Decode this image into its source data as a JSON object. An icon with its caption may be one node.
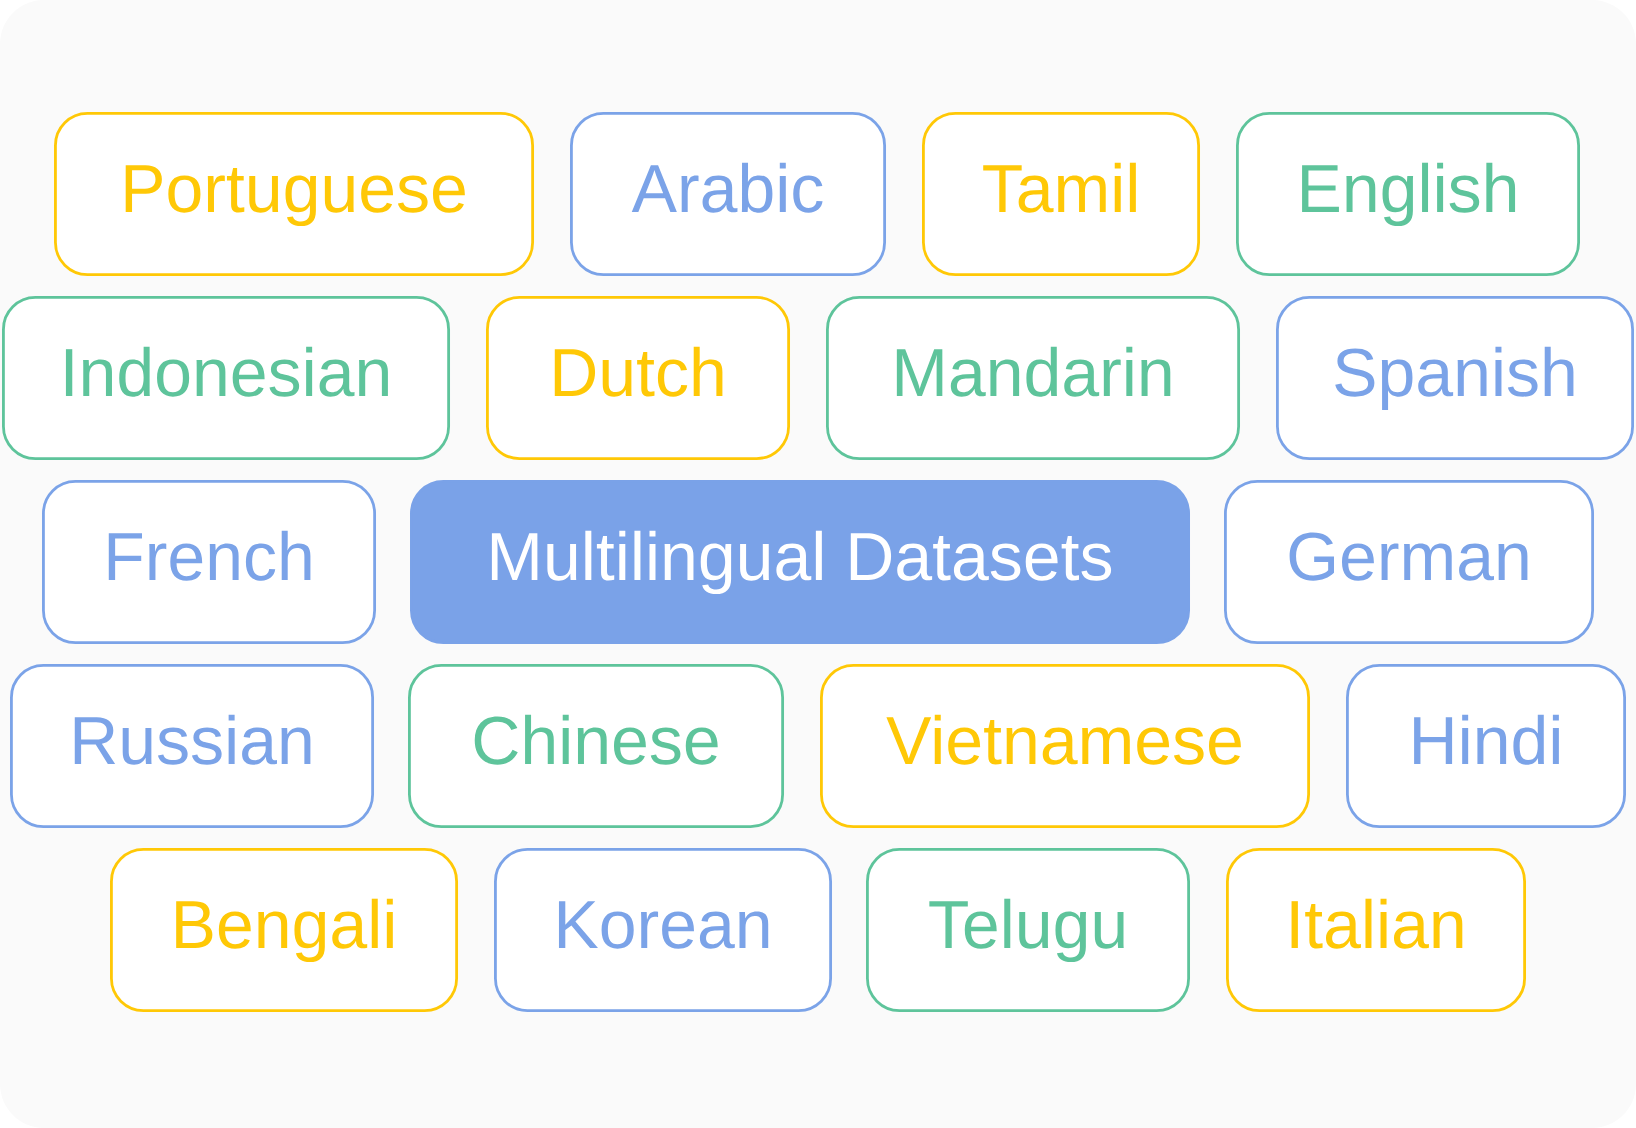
{
  "diagram": {
    "nodes": [
      {
        "text": [
          "Portuguese"
        ]
      },
      {
        "text": [
          "Arabic"
        ]
      },
      {
        "text": [
          "Tamil"
        ]
      },
      {
        "text": [
          "English"
        ]
      },
      {
        "text": [
          "Indonesian"
        ]
      },
      {
        "text": [
          "Dutch"
        ]
      },
      {
        "text": [
          "Mandarin"
        ]
      },
      {
        "text": [
          "Spanish"
        ]
      },
      {
        "text": [
          "French"
        ]
      },
      {
        "text": [
          "Multilingual Datasets"
        ]
      },
      {
        "text": [
          "German"
        ]
      },
      {
        "text": [
          "Russian"
        ]
      },
      {
        "text": [
          "Chinese"
        ]
      },
      {
        "text": [
          "Vietnamese"
        ]
      },
      {
        "text": [
          "Hindi"
        ]
      },
      {
        "text": [
          "Bengali"
        ]
      },
      {
        "text": [
          "Korean"
        ]
      },
      {
        "text": [
          "Telugu"
        ]
      },
      {
        "text": [
          "Italian"
        ]
      }
    ]
  }
}
